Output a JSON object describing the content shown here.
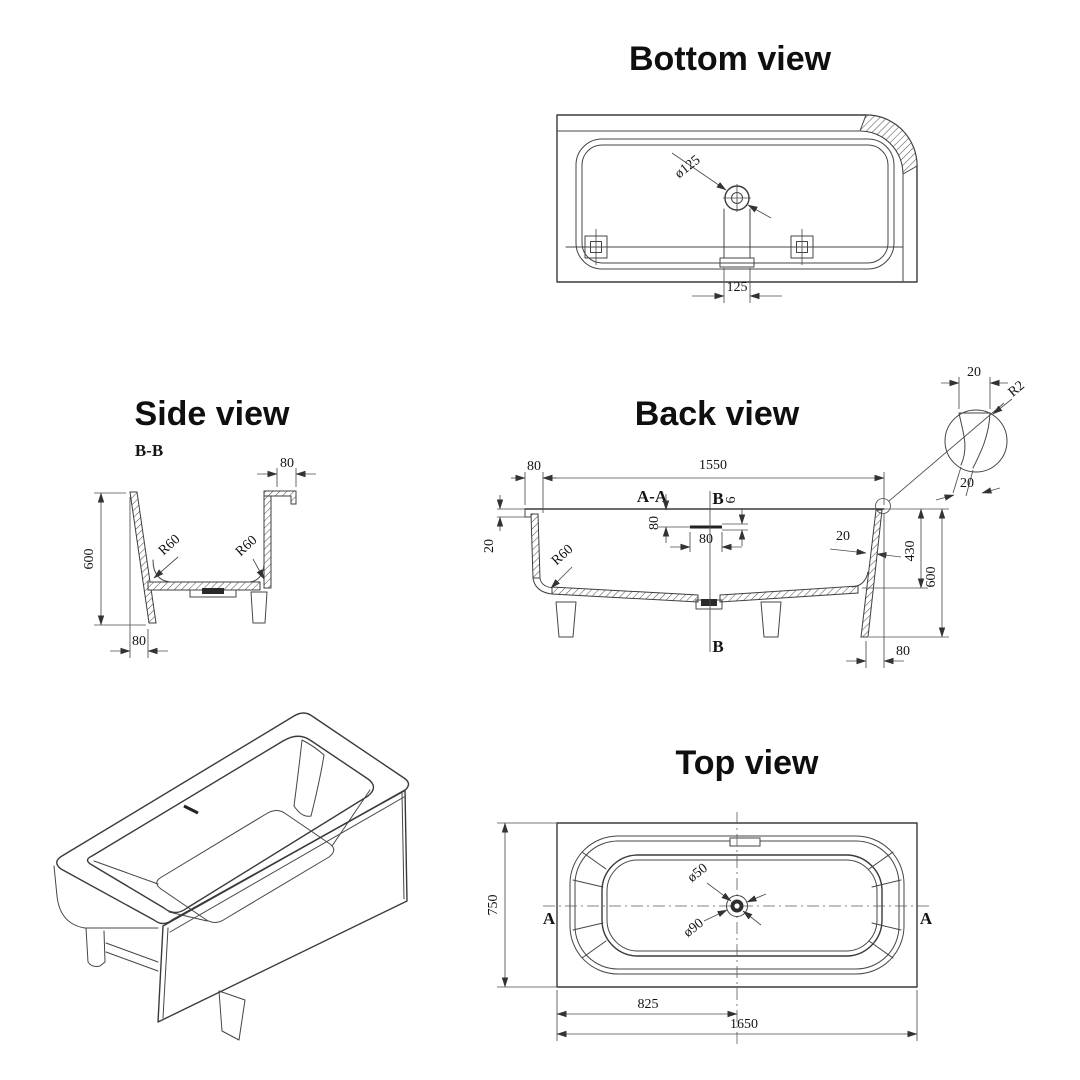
{
  "drawing": {
    "bottom": {
      "title": "Bottom view",
      "drain_dia": "ø125",
      "drain_offset": "125"
    },
    "side": {
      "title": "Side view",
      "section": "B-B",
      "rim_width": "80",
      "height": "600",
      "radius_left": "R60",
      "radius_right": "R60",
      "base_offset": "80"
    },
    "back": {
      "title": "Back view",
      "rim_width": "80",
      "inner_length": "1550",
      "section_aa": "A-A",
      "section_b_top": "B",
      "section_b_bottom": "B",
      "overflow_gap": "6",
      "overflow_depth": "80",
      "overflow_width": "80",
      "lip_height": "20",
      "radius": "R60",
      "wall_thickness": "20",
      "inner_depth": "430",
      "height": "600",
      "base_offset": "80"
    },
    "detail": {
      "width_top": "20",
      "radius": "R2",
      "width_bottom": "20"
    },
    "top": {
      "title": "Top view",
      "width": "750",
      "section_left": "A",
      "section_right": "A",
      "drain_dia": "ø50",
      "waste_dia": "ø90",
      "drain_from_left": "825",
      "length": "1650"
    }
  }
}
